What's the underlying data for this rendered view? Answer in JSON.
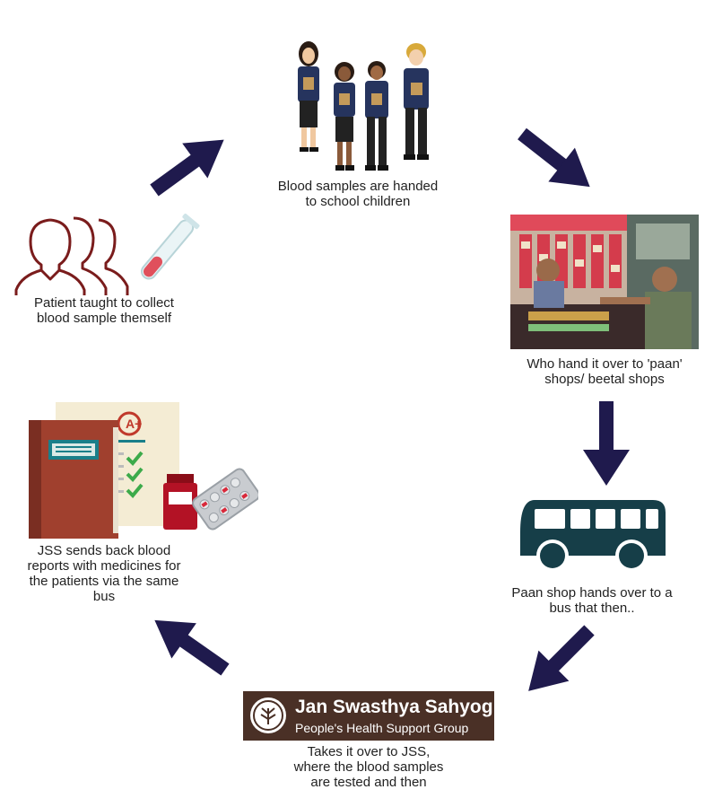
{
  "steps": {
    "children": "Blood samples are handed\nto school children",
    "paan": "Who hand it over to 'paan'\nshops/ beetal shops",
    "bus": "Paan shop hands over to a\nbus that then..",
    "jss": "Takes it over to JSS,\nwhere the blood samples\nare tested and then",
    "reports": "JSS sends back blood\nreports with medicines for\nthe patients via the same\nbus",
    "patient": "Patient taught to collect\nblood sample themself"
  },
  "logo": {
    "name": "Jan Swasthya Sahyog",
    "tagline": "People's Health Support Group"
  },
  "icons": {
    "students": "school-children-icon",
    "shop": "paan-shop-photo",
    "bus": "bus-icon",
    "logo": "jss-logo-icon",
    "reports": "reports-and-medicines-icon",
    "patient": "patients-with-test-tube-icon"
  },
  "colors": {
    "arrow": "#1f1a4d",
    "bus": "#163e48",
    "patient_outline": "#7a1c1c",
    "logo_bg": "#4a3026"
  }
}
